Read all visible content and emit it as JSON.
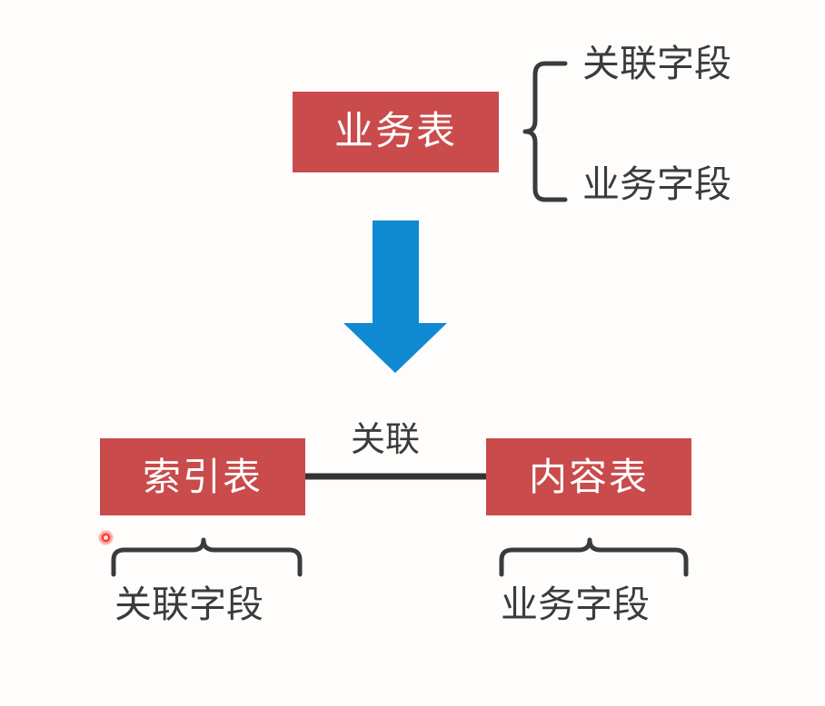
{
  "diagram": {
    "title": "Business table split into index table and content table",
    "colors": {
      "box_fill": "#c94b4b",
      "box_text": "#ffffff",
      "arrow": "#1089d3",
      "stroke": "#3b3b3b",
      "background": "#fefdfc",
      "cursor": "#ff1a1a"
    },
    "boxes": {
      "business_table": "业务表",
      "index_table": "索引表",
      "content_table": "内容表"
    },
    "labels": {
      "assoc_field_top": "关联字段",
      "biz_field_top": "业务字段",
      "relation": "关联",
      "assoc_field_bottom": "关联字段",
      "biz_field_bottom": "业务字段"
    },
    "icons": {
      "arrow": "down-arrow-icon",
      "brace_right": "right-curly-brace-icon",
      "brace_bottom_left": "bottom-curly-brace-icon",
      "brace_bottom_right": "bottom-curly-brace-icon",
      "cursor": "cursor-click-marker"
    }
  }
}
